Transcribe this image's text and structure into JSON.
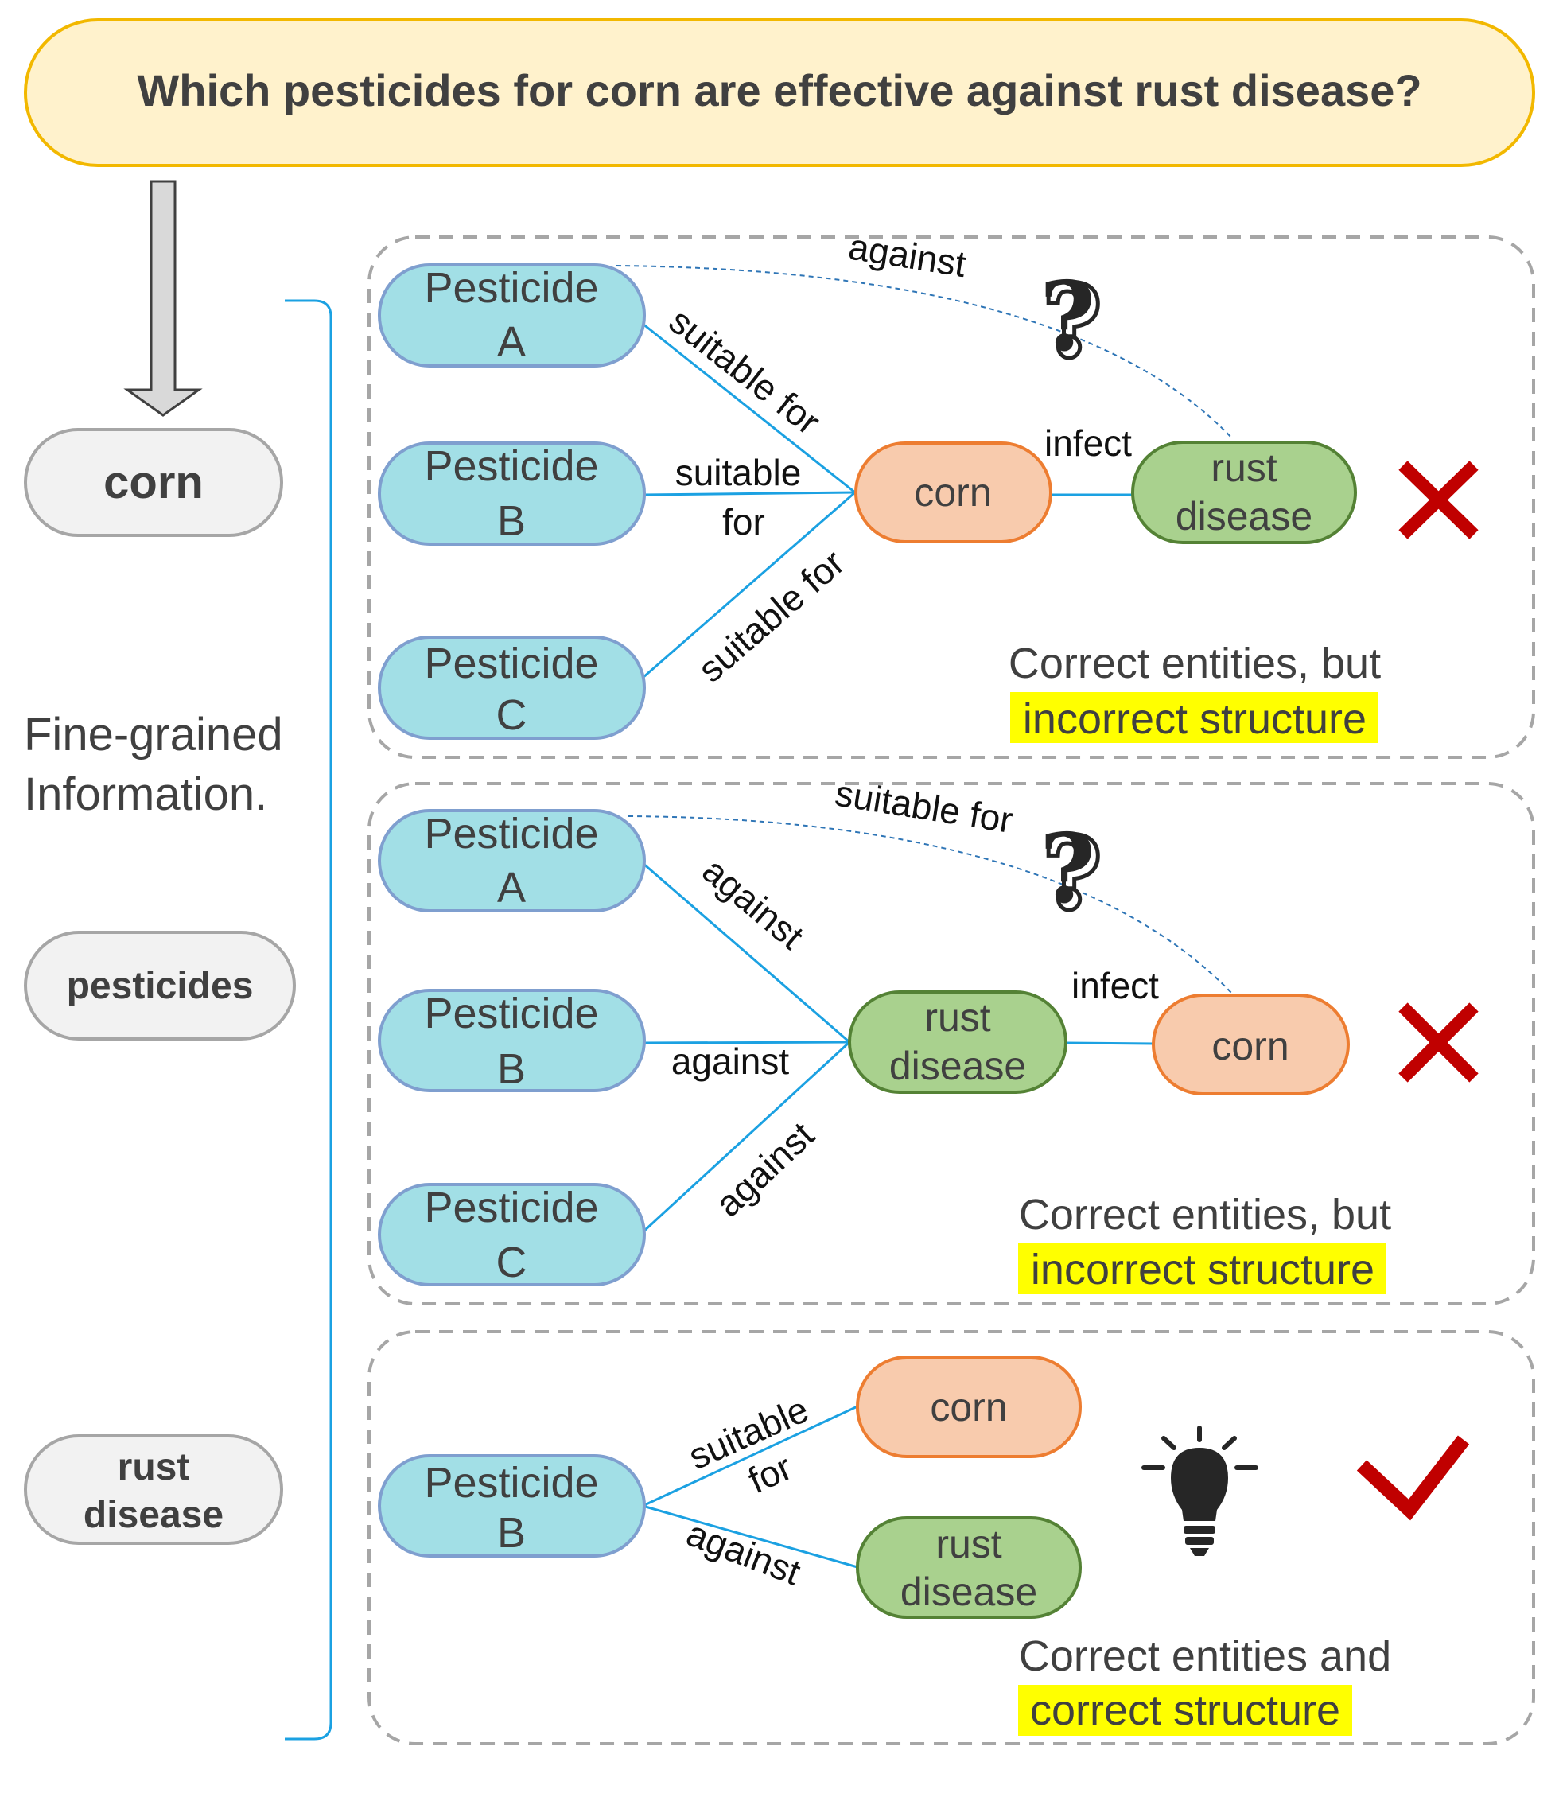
{
  "question": "Which pesticides for corn are effective against rust disease?",
  "left": {
    "keywords": [
      {
        "lines": [
          "corn"
        ]
      },
      {
        "lines": [
          "pesticides"
        ]
      },
      {
        "lines": [
          "rust",
          "disease"
        ]
      }
    ],
    "caption": [
      "Fine-grained",
      "Information."
    ]
  },
  "panel1": {
    "pest_a": [
      "Pesticide",
      "A"
    ],
    "pest_b": [
      "Pesticide",
      "B"
    ],
    "pest_c": [
      "Pesticide",
      "C"
    ],
    "center": [
      "corn"
    ],
    "target": [
      "rust",
      "disease"
    ],
    "edge_a": "suitable for",
    "edge_b": [
      "suitable",
      "for"
    ],
    "edge_c": "suitable for",
    "edge_center": "infect",
    "edge_query": "against",
    "verdict": [
      "Correct entities, but",
      "incorrect structure"
    ]
  },
  "panel2": {
    "pest_a": [
      "Pesticide",
      "A"
    ],
    "pest_b": [
      "Pesticide",
      "B"
    ],
    "pest_c": [
      "Pesticide",
      "C"
    ],
    "center": [
      "rust",
      "disease"
    ],
    "target": [
      "corn"
    ],
    "edge_a": "against",
    "edge_b": "against",
    "edge_c": "against",
    "edge_center": "infect",
    "edge_query": "suitable for",
    "verdict": [
      "Correct entities, but",
      "incorrect structure"
    ]
  },
  "panel3": {
    "pest_b": [
      "Pesticide",
      "B"
    ],
    "top": [
      "corn"
    ],
    "bottom": [
      "rust",
      "disease"
    ],
    "edge_top": [
      "suitable",
      "for"
    ],
    "edge_bottom": "against",
    "verdict": [
      "Correct entities and",
      "correct structure"
    ]
  },
  "colors": {
    "question_fill": "#fff2cc",
    "question_stroke": "#f2b800",
    "pesticide_fill": "#a2dfe6",
    "pesticide_stroke": "#7f9fcf",
    "corn_fill": "#f8cbad",
    "corn_stroke": "#ed7d31",
    "rust_fill": "#a9d18e",
    "rust_stroke": "#548235",
    "edge": "#1ba1e2",
    "highlight": "#ffff00",
    "cross": "#c00000"
  },
  "icons": [
    "down-arrow-icon",
    "question-mark-icon",
    "cross-icon",
    "checkmark-icon",
    "lightbulb-icon"
  ]
}
